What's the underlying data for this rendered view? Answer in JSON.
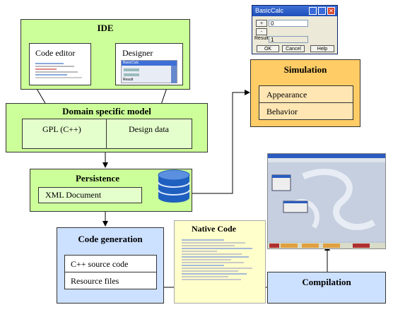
{
  "ide": {
    "title": "IDE",
    "code_editor": "Code editor",
    "designer": "Designer",
    "designer_thumb_title": "BasicCalc",
    "designer_thumb_result": "Result"
  },
  "domain_model": {
    "title": "Domain specific model",
    "gpl": "GPL (C++)",
    "design_data": "Design data"
  },
  "persistence": {
    "title": "Persistence",
    "xml": "XML Document"
  },
  "code_generation": {
    "title": "Code generation",
    "cpp_source": "C++ source code",
    "resource_files": "Resource files"
  },
  "native_code": {
    "title": "Native Code"
  },
  "compilation": {
    "title": "Compilation"
  },
  "simulation": {
    "title": "Simulation",
    "appearance": "Appearance",
    "behavior": "Behavior"
  },
  "basic_calc": {
    "window_title": "BasicCalc",
    "plus": "+",
    "minus": "-",
    "input_value": "0",
    "result_label": "Result",
    "result_value": "1",
    "ok": "OK",
    "cancel": "Cancel",
    "help": "Help"
  },
  "colors": {
    "green": "#ccff99",
    "green_light": "#e4ffcc",
    "blue": "#cce0ff",
    "orange": "#ffcc66",
    "orange_light": "#ffe6b3",
    "native_code_bg": "#ffffcc",
    "database": "#1f5fbf"
  },
  "icons": [
    "database-icon",
    "close-icon",
    "minimize-icon",
    "maximize-icon"
  ]
}
